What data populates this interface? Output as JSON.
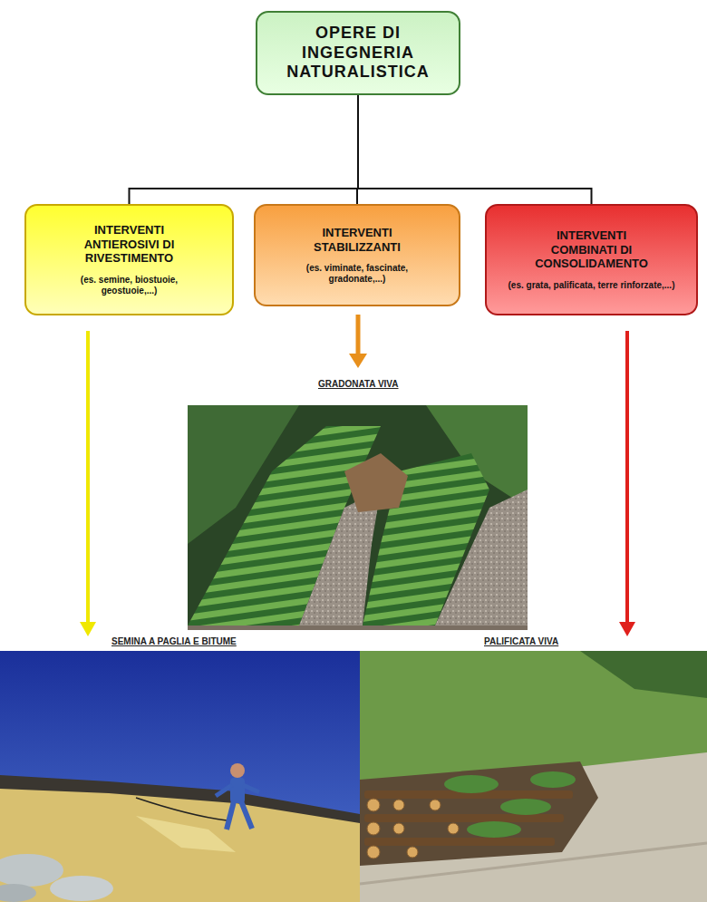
{
  "diagram": {
    "nodes": [
      {
        "text": [
          "OPERE DI INGEGNERIA NATURALISTICA"
        ]
      },
      {
        "text": [
          "INTERVENTI ANTIEROSIVI DI RIVESTIMENTO",
          "(es. semine, biostuoie, geostuoie,...)"
        ]
      },
      {
        "text": [
          "INTERVENTI STABILIZZANTI",
          "(es. viminate, fascinate, gradonate,...)"
        ]
      },
      {
        "text": [
          "INTERVENTI COMBINATI DI CONSOLIDAMENTO",
          "(es. grata, palificata, terre rinforzate,...)"
        ]
      }
    ],
    "edges": [
      {
        "from": 0,
        "to": 1,
        "arrow": "none"
      },
      {
        "from": 0,
        "to": 2,
        "arrow": "none"
      },
      {
        "from": 0,
        "to": 3,
        "arrow": "none"
      }
    ],
    "labels": [
      "GRADONATA VIVA",
      "SEMINA A PAGLIA E BITUME",
      "PALIFICATA VIVA"
    ]
  }
}
